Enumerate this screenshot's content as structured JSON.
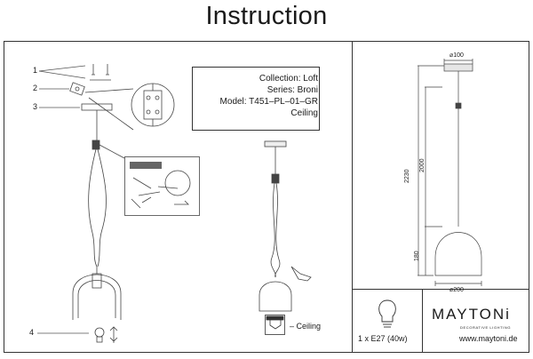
{
  "page_title": "Instruction",
  "product": {
    "collection": "Collection: Loft",
    "series": "Series: Broni",
    "model": "Model: T451–PL–01–GR",
    "mount": "Ceiling"
  },
  "callouts": [
    "1",
    "2",
    "3",
    "4"
  ],
  "mount_legend": "– Ceiling",
  "dimensions": {
    "top_diameter": "⌀100",
    "total_height": "2230",
    "cable_length": "2000",
    "shade_height": "180",
    "shade_diameter": "⌀200"
  },
  "lamp_spec": "1 x E27 (40w)",
  "brand": {
    "name": "MAYTONi",
    "tagline": "DECORATIVE LIGHTING",
    "url": "www.maytoni.de"
  }
}
